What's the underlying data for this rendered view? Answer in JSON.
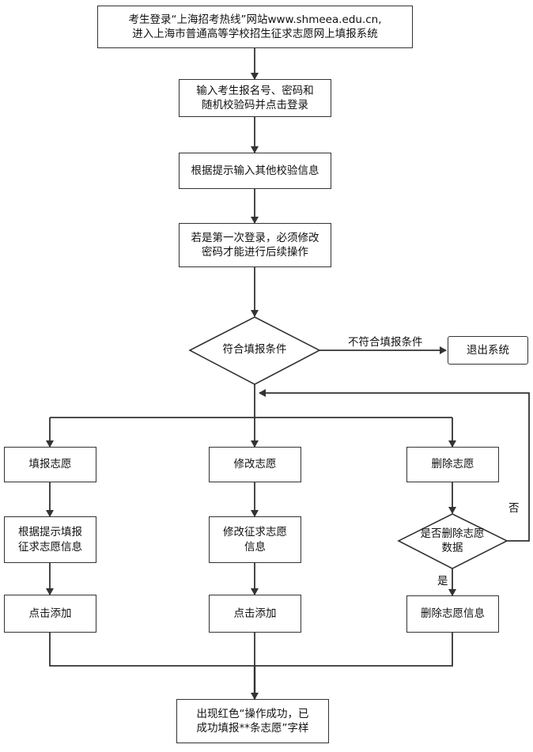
{
  "nodes": {
    "login": "考生登录“上海招考热线”网站www.shmeea.edu.cn,\n进入上海市普通高等学校招生征求志愿网上填报系统",
    "enter_id": "输入考生报名号、密码和\n随机校验码并点击登录",
    "verify": "根据提示输入其他校验信息",
    "first_login": "若是第一次登录，必须修改\n密码才能进行后续操作",
    "condition": "符合填报条件",
    "exit": "退出系统",
    "fill": "填报志愿",
    "modify": "修改志愿",
    "delete": "删除志愿",
    "fill_info": "根据提示填报\n征求志愿信息",
    "modify_info": "修改征求志愿\n信息",
    "delete_confirm": "是否删除志愿\n数据",
    "add_1": "点击添加",
    "add_2": "点击添加",
    "delete_info": "删除志愿信息",
    "success": "出现红色“操作成功，已\n成功填报**条志愿”字样"
  },
  "edge_labels": {
    "not_eligible": "不符合填报条件",
    "no": "否",
    "yes": "是"
  },
  "colors": {
    "line": "#333333",
    "box_border": "#333333",
    "background": "#ffffff"
  }
}
